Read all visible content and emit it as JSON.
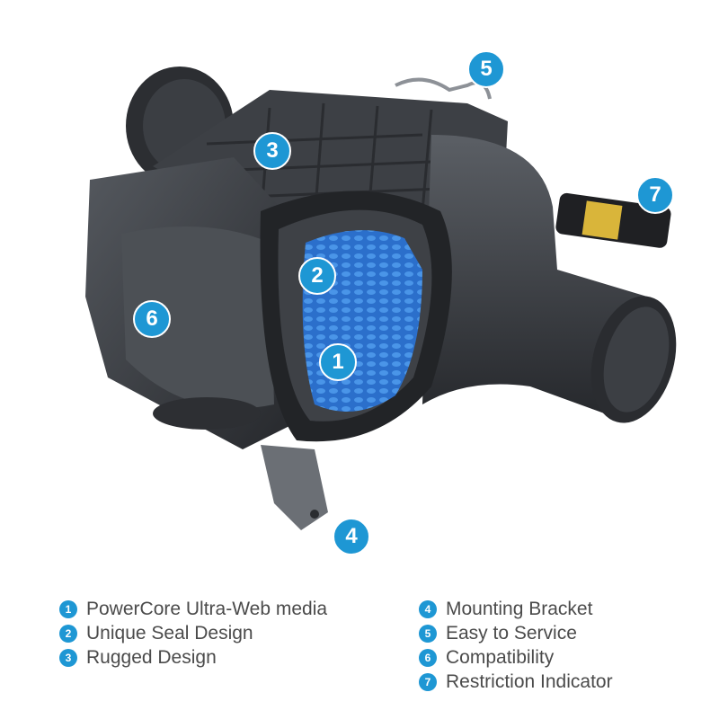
{
  "callouts": [
    "1",
    "2",
    "3",
    "4",
    "5",
    "6",
    "7"
  ],
  "legend": [
    {
      "number": "1",
      "label": "PowerCore Ultra-Web media"
    },
    {
      "number": "2",
      "label": "Unique Seal Design"
    },
    {
      "number": "3",
      "label": "Rugged Design"
    },
    {
      "number": "4",
      "label": "Mounting Bracket"
    },
    {
      "number": "5",
      "label": "Easy to Service"
    },
    {
      "number": "6",
      "label": "Compatibility"
    },
    {
      "number": "7",
      "label": "Restriction Indicator"
    }
  ],
  "colors": {
    "accent": "#1e97d4",
    "media_blue": "#2f7fd6",
    "housing": "#3a3d42",
    "text": "#4b4b4b"
  }
}
